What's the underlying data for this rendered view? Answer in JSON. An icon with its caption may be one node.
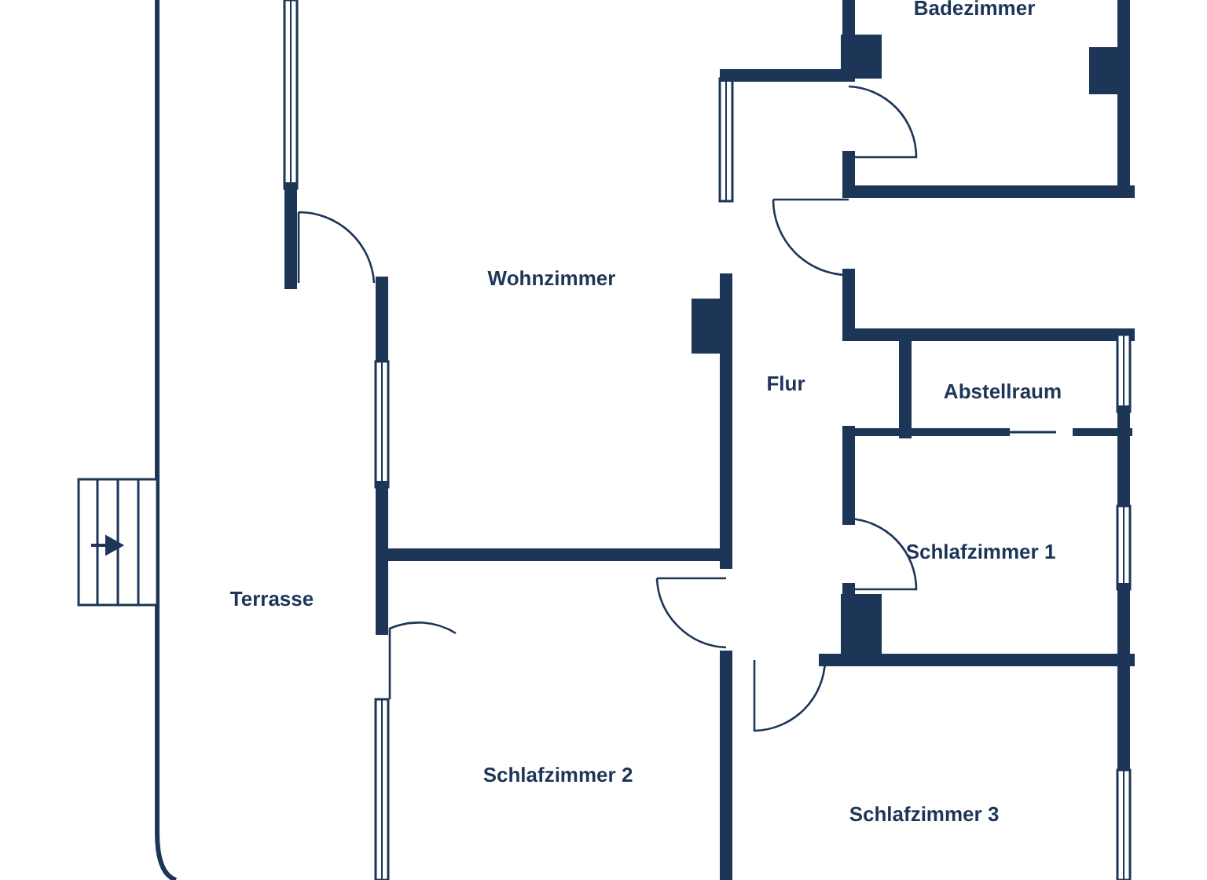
{
  "diagram": {
    "labels": [
      "Badezimmer",
      "Wohnzimmer",
      "Flur",
      "Abstellraum",
      "Schlafzimmer 1",
      "Terrasse",
      "Schlafzimmer 2",
      "Schlafzimmer 3"
    ]
  }
}
